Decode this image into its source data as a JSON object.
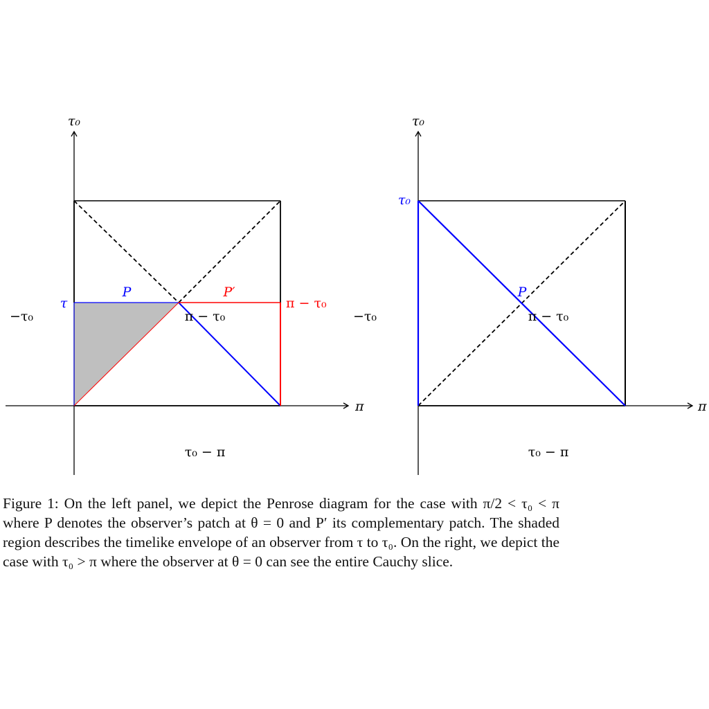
{
  "colors": {
    "black": "#000000",
    "blue": "#0000ff",
    "red": "#ff0000",
    "shade": "#bfbfbf"
  },
  "left_panel": {
    "axis_y_label": "τ₀",
    "axis_x_label": "π",
    "tau_label": "τ",
    "neg_tau0_label": "−τ₀",
    "patch_P_label": "P",
    "patch_Pprime_label": "P′",
    "pi_minus_tau0_red_label": "π − τ₀",
    "pi_minus_tau0_label": "π − τ₀",
    "tau0_minus_pi_label": "τ₀ − π"
  },
  "right_panel": {
    "axis_y_label": "τ₀",
    "axis_x_label": "π",
    "tau0_blue_label": "τ₀",
    "neg_tau0_label": "−τ₀",
    "patch_P_label": "P",
    "pi_minus_tau0_label": "π − τ₀",
    "tau0_minus_pi_label": "τ₀ − π"
  },
  "caption": "Figure 1: On the left panel, we depict the Penrose diagram for the case with π/2 < τ₀ < π where P denotes the observer’s patch at θ = 0 and P′ its complementary patch. The shaded region describes the timelike envelope of an observer from τ to τ₀. On the right, we depict the case with τ₀ > π where the observer at θ = 0 can see the entire Cauchy slice."
}
